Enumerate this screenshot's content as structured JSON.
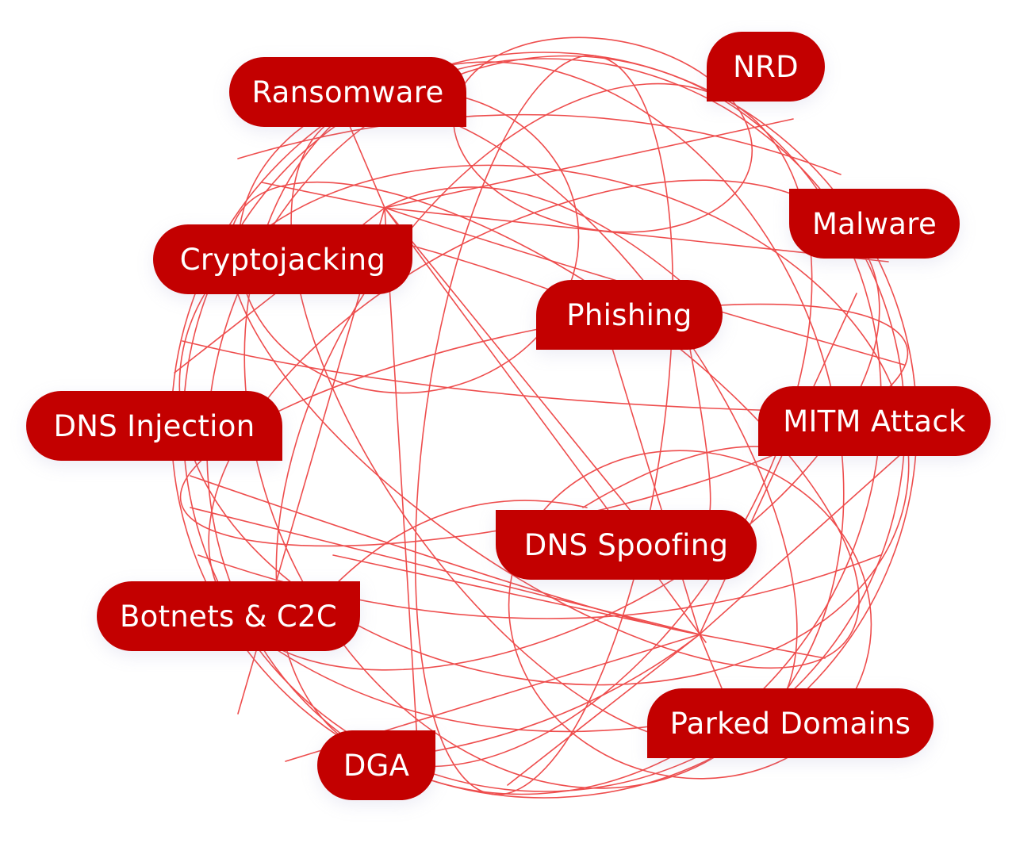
{
  "diagram": {
    "line_color": "#ee4d4d",
    "tag_color": "#c30000",
    "tag_text_color": "#ffffff",
    "tags": [
      {
        "id": "ransomware",
        "label": "Ransomware"
      },
      {
        "id": "nrd",
        "label": "NRD"
      },
      {
        "id": "malware",
        "label": "Malware"
      },
      {
        "id": "cryptojacking",
        "label": "Cryptojacking"
      },
      {
        "id": "phishing",
        "label": "Phishing"
      },
      {
        "id": "dns_injection",
        "label": "DNS Injection"
      },
      {
        "id": "mitm_attack",
        "label": "MITM Attack"
      },
      {
        "id": "dns_spoofing",
        "label": "DNS Spoofing"
      },
      {
        "id": "botnets_c2c",
        "label": "Botnets & C2C"
      },
      {
        "id": "parked_domains",
        "label": "Parked Domains"
      },
      {
        "id": "dga",
        "label": "DGA"
      }
    ]
  }
}
